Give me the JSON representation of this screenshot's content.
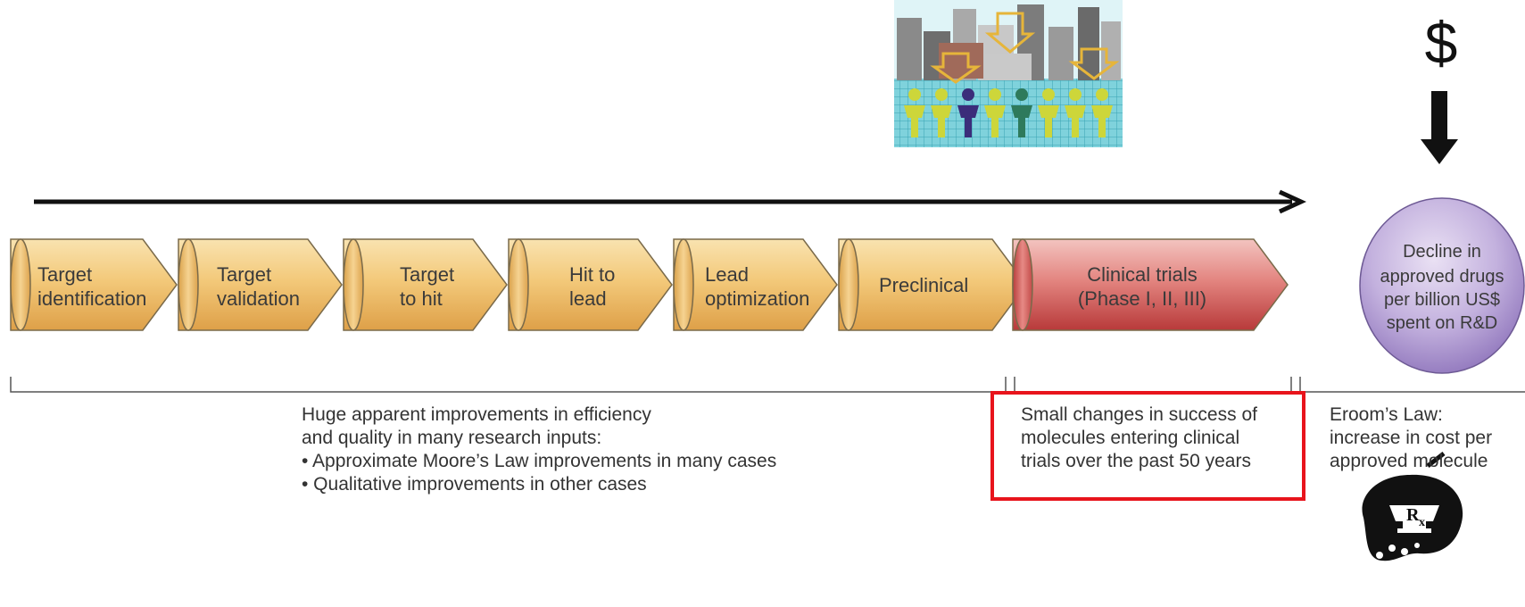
{
  "pipeline": {
    "stages": [
      {
        "lines": [
          "Target",
          "identification"
        ]
      },
      {
        "lines": [
          "Target",
          "validation"
        ]
      },
      {
        "lines": [
          "Target",
          "to hit"
        ]
      },
      {
        "lines": [
          "Hit to",
          "lead"
        ]
      },
      {
        "lines": [
          "Lead",
          "optimization"
        ]
      },
      {
        "lines": [
          "Preclinical"
        ]
      },
      {
        "lines": [
          "Clinical trials",
          "(Phase I, II, III)"
        ]
      }
    ]
  },
  "money": {
    "symbol": "$"
  },
  "decline": {
    "lines": [
      "Decline in",
      "approved drugs",
      "per billion US$",
      "spent on R&D"
    ]
  },
  "notes": {
    "inputs": {
      "line1": "Huge apparent improvements in efficiency",
      "line2": "and quality in many research inputs:",
      "bullet1": "• Approximate Moore’s Law improvements in many cases",
      "bullet2": "• Qualitative improvements in other cases"
    },
    "clinical": {
      "line1": "Small changes in success of",
      "line2": "molecules entering clinical",
      "line3": "trials over the past 50 years"
    },
    "eroom": {
      "line1": "Eroom’s Law:",
      "line2": "increase in cost per",
      "line3": "approved molecule"
    }
  },
  "icons": {
    "city": "city-to-people-illustration-icon",
    "arrow": "arrow-down-icon",
    "rx": "rx-mortar-pestle-icon"
  },
  "colors": {
    "stage_gold": "#f2c770",
    "clinical_red": "#d45a57",
    "decline_purple": "#9b82c4",
    "highlight_red": "#e8141c"
  }
}
